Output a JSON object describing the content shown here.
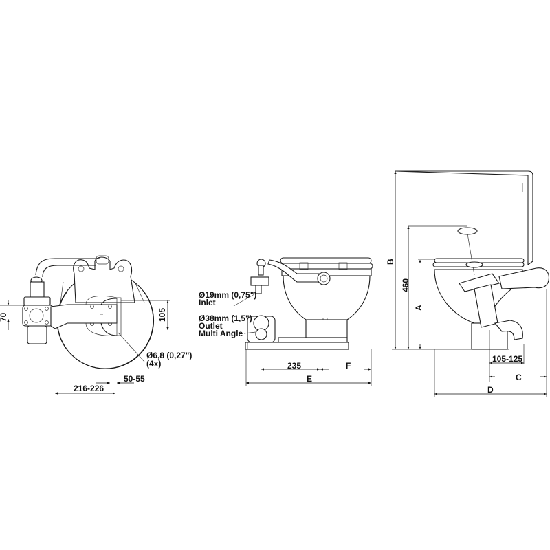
{
  "drawing": {
    "subject": "Manual marine toilet dimensional drawing",
    "views": [
      "top-view",
      "front-view",
      "side-view"
    ]
  },
  "top_view": {
    "dim_70": "70",
    "dim_105": "105",
    "dim_216_226": "216-226",
    "dim_50_55": "50-55",
    "hole_label_line1": "Ø6,8 (0,27\")",
    "hole_label_line2": "(4x)"
  },
  "front_view": {
    "inlet_line1": "Ø19mm (0,75\")",
    "inlet_line2": "Inlet",
    "outlet_line1": "Ø38mm (1,5\")",
    "outlet_line2": "Outlet",
    "outlet_line3": "Multi Angle",
    "dim_235": "235",
    "dim_F": "F",
    "dim_E": "E"
  },
  "side_view": {
    "dim_B": "B",
    "dim_460": "460",
    "dim_A": "A",
    "dim_105_125": "105-125",
    "dim_C": "C",
    "dim_D": "D"
  },
  "colors": {
    "line": "#1a1a1a",
    "background": "#ffffff"
  }
}
